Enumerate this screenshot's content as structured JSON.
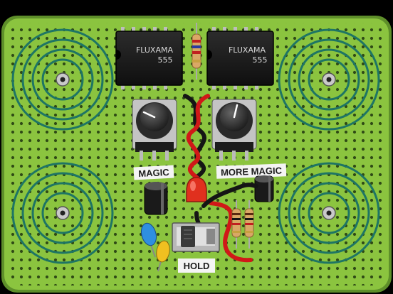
{
  "chips": [
    {
      "brand": "FLUXAMA",
      "model": "555"
    },
    {
      "brand": "FLUXAMA",
      "model": "555"
    }
  ],
  "knobs": {
    "left_label": "MAGIC",
    "right_label": "MORE MAGIC"
  },
  "switch": {
    "label": "HOLD"
  },
  "colors": {
    "board": "#8bc43f",
    "board_edge": "#5e8f2a",
    "trace": "#1e7564",
    "chip": "#1b1b1b",
    "knob": "#2a2a2a",
    "wire_red": "#d01818",
    "wire_black": "#151515",
    "led_red": "#e0301e",
    "cap_blue": "#2f8fe0",
    "cap_yellow": "#f0c020"
  },
  "speaker_icons": [
    "speaker-ring-icon",
    "speaker-ring-icon",
    "speaker-ring-icon",
    "speaker-ring-icon"
  ]
}
